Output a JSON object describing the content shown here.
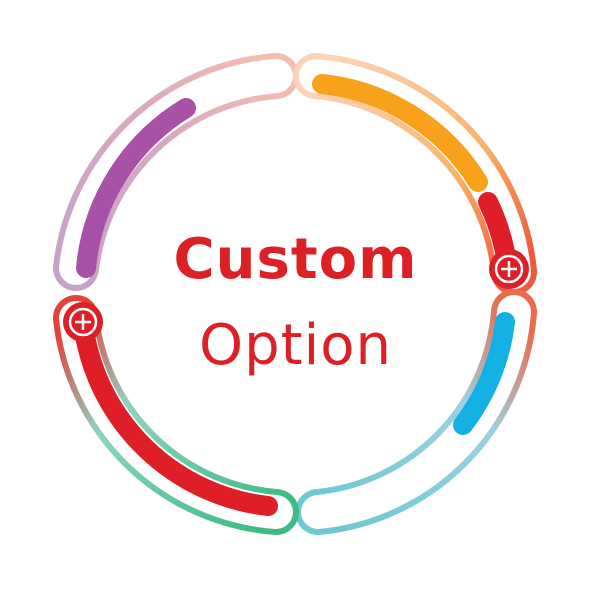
{
  "title": "Custom",
  "subtitle": "Option",
  "colors": {
    "accent": "#dd1f26",
    "purple": "#a752a7",
    "orange": "#f7a21a",
    "red": "#e01e27",
    "blue": "#13b0e4",
    "green": "#33b67e",
    "pink": "#f2c1b9"
  },
  "segments": [
    {
      "id": "top-left",
      "color": "purple-icon",
      "band": "purple"
    },
    {
      "id": "top-right",
      "color": "orange-icon",
      "band": "orange"
    },
    {
      "id": "bottom-right",
      "color": "blue-icon",
      "band": "blue"
    },
    {
      "id": "bottom-left",
      "color": "red-icon",
      "band": "red"
    }
  ],
  "icons": [
    "plus-circle-icon",
    "plus-circle-icon"
  ]
}
